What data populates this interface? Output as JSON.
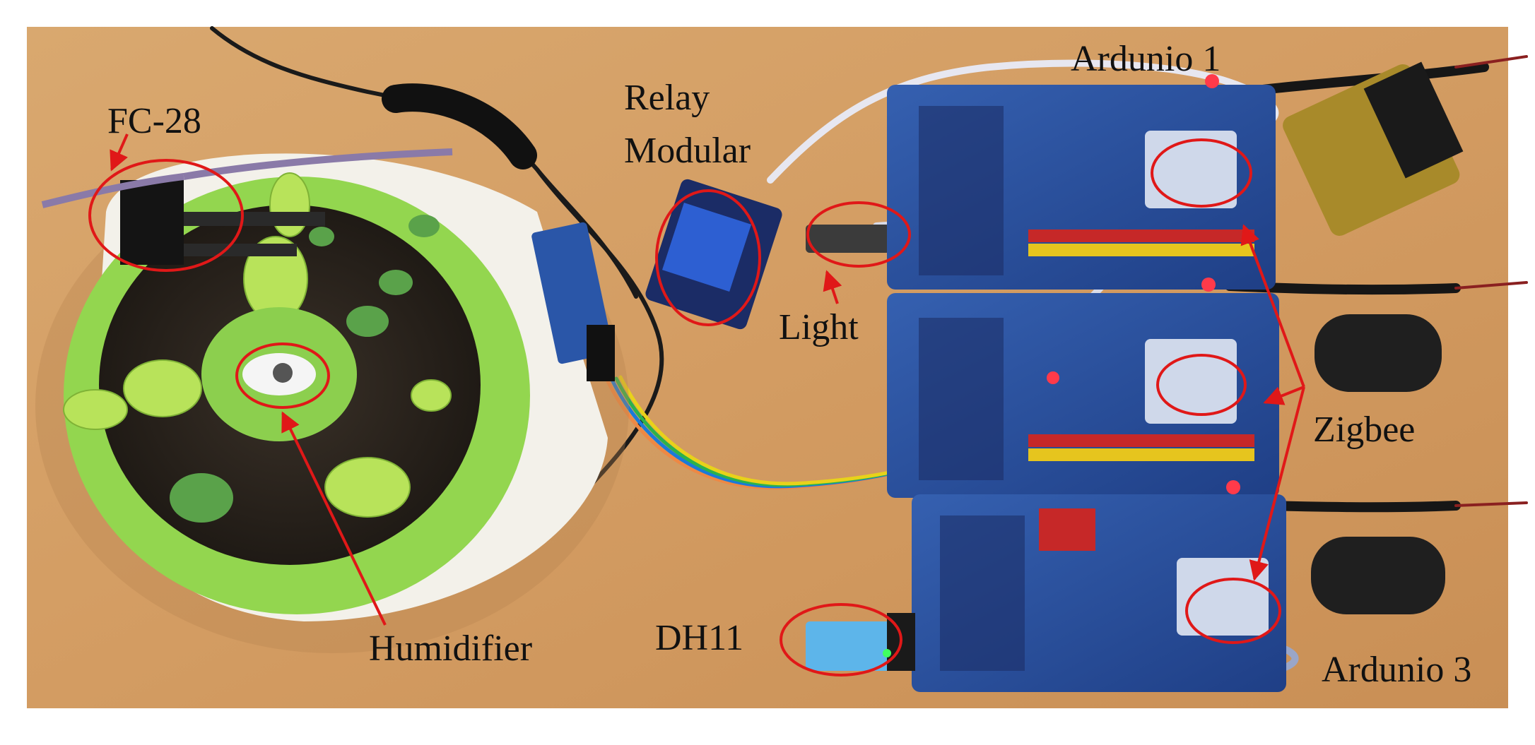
{
  "figure": {
    "labels": {
      "fc28": "FC-28",
      "relay_line1": "Relay",
      "relay_line2": "Modular",
      "arduino1": "Ardunio 1",
      "light": "Light",
      "zigbee": "Zigbee",
      "humidifier": "Humidifier",
      "dh11": "DH11",
      "arduino3": "Ardunio 3"
    },
    "colors": {
      "table": "#d6a06a",
      "pot_green": "#8fd64a",
      "board_blue": "#2a4f9c",
      "annotation_red": "#e01818"
    }
  }
}
